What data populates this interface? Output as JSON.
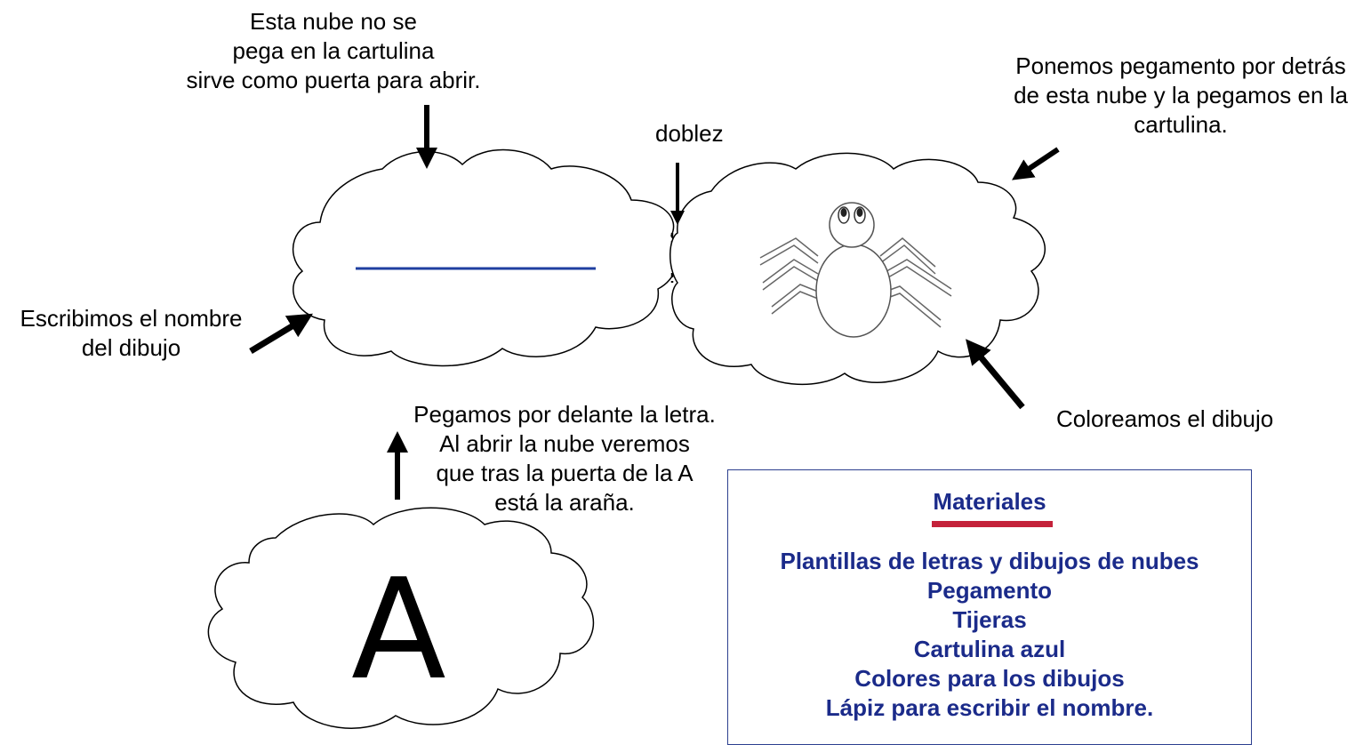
{
  "annotations": {
    "top_left": [
      "Esta nube no se",
      "pega en la cartulina",
      "sirve como puerta para abrir."
    ],
    "fold": "doblez",
    "top_right": [
      "Ponemos pegamento por detrás",
      "de esta nube y la pegamos en la",
      "cartulina."
    ],
    "left": [
      "Escribimos el nombre",
      "del dibujo"
    ],
    "color": "Coloreamos el dibujo",
    "front": [
      "Pegamos por delante la letra.",
      "Al abrir la nube veremos",
      "que tras la puerta de la A",
      "está la araña."
    ]
  },
  "letter_cloud": {
    "letter": "A"
  },
  "materials": {
    "title": "Materiales",
    "items": [
      "Plantillas de letras y dibujos de nubes",
      "Pegamento",
      "Tijeras",
      "Cartulina azul",
      "Colores para los dibujos",
      "Lápiz para escribir el nombre."
    ]
  },
  "colors": {
    "name_line": "#1f3fa0",
    "materials_text": "#1b2b8a",
    "materials_bar": "#c4223a"
  }
}
